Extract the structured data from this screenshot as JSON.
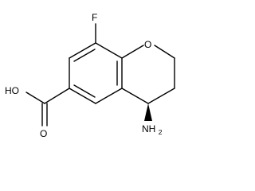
{
  "molecule": {
    "atoms": {
      "fluorine": "F",
      "ring_oxygen": "O",
      "acid_hydroxyl": "HO",
      "acid_carbonyl_oxygen": "O",
      "amine": {
        "main": "NH",
        "subscript": "2"
      }
    },
    "stereo_bond": "wedge",
    "colors": {
      "bonds": "#000000",
      "labels": "#000000",
      "background": "#ffffff"
    }
  }
}
